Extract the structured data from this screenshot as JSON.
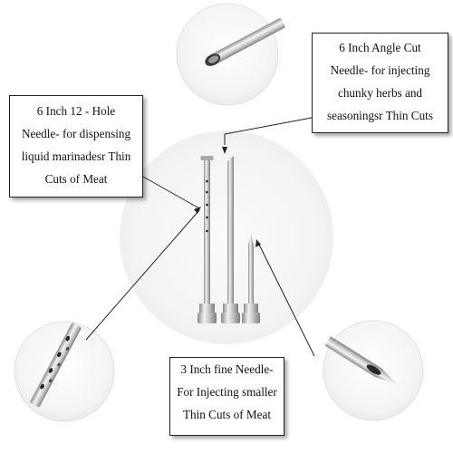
{
  "callouts": {
    "angle_cut": {
      "lines": [
        "6 Inch Angle Cut",
        "Needle- for injecting",
        "chunky herbs and",
        "seasoningsr Thin  Cuts"
      ]
    },
    "twelve_hole": {
      "lines": [
        "6 Inch 12 - Hole",
        "Needle-  for dispensing",
        "liquid marinadesr Thin",
        "Cuts of Meat"
      ]
    },
    "fine": {
      "lines": [
        "3  Inch fine Needle-",
        "For Injecting  smaller",
        "Thin  Cuts of Meat"
      ]
    }
  },
  "icons": [
    "angle-cut-tip-zoom",
    "twelve-hole-needle-zoom",
    "fine-tip-zoom",
    "needle-set-photo"
  ]
}
